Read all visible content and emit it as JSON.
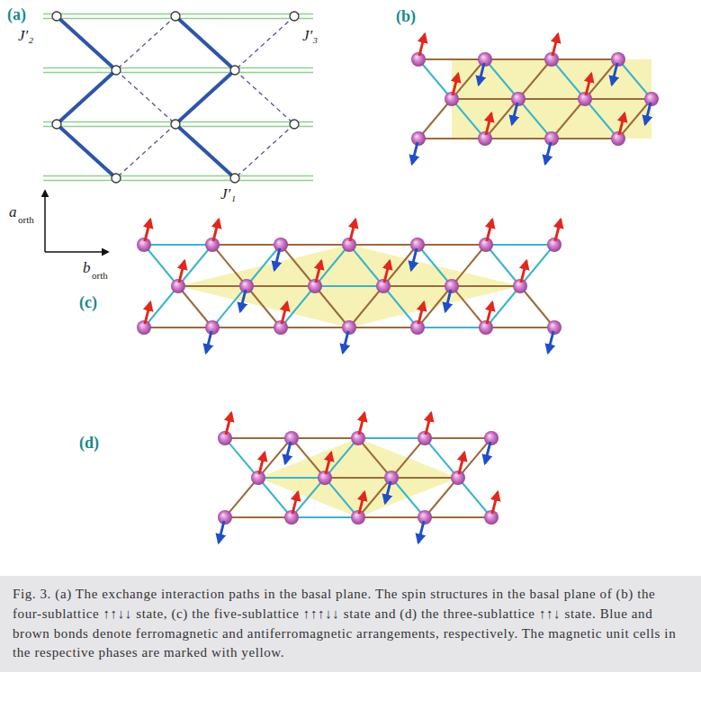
{
  "diagram": {
    "caption": "Fig. 3. (a) The exchange interaction paths in the basal plane. The spin structures in the basal plane of (b) the four-sublattice ↑↑↓↓ state, (c) the five-sublattice ↑↑↑↓↓ state and (d) the three-sublattice ↑↑↓ state. Blue and brown bonds denote ferromagnetic and antiferromagnetic arrangements, respectively. The magnetic unit cells in the respective phases are marked with yellow.",
    "labels": [
      "(a)",
      "J′₂",
      "J′₃",
      "a",
      "orth",
      "b",
      "orth",
      "J′₁",
      "(b)",
      "(c)",
      "(d)"
    ]
  }
}
